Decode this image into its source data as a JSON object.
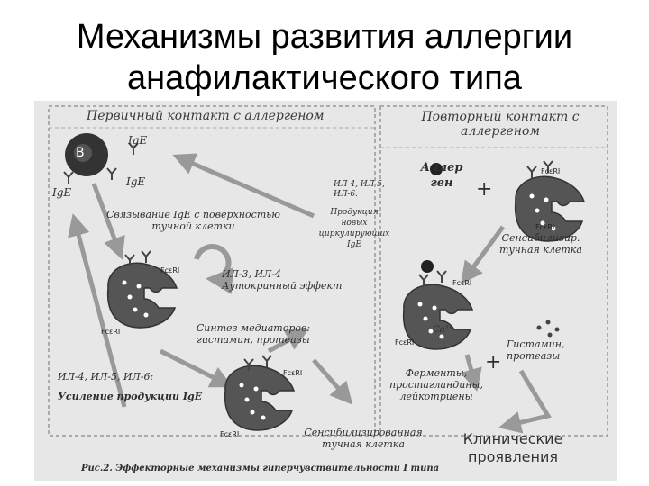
{
  "title": {
    "line1": "Механизмы развития аллергии",
    "line2": "анафилактического типа"
  },
  "figure": {
    "primary_header": "Первичный контакт с аллергеном",
    "repeat_header": "Повторный контакт с\nаллергеном",
    "b_cell": "B",
    "ige_top": "IgE",
    "ige_mid": "IgE",
    "ige_left": "IgE",
    "allergen": "Аллер\nген",
    "binding": "Связывание IgE с поверхностью\nтучной клетки",
    "cytokines_top": "ИЛ-4, ИЛ-5,\nИЛ-6:",
    "production": "Продукция\nновых\nциркулирующих\nIgE",
    "autocrine": "ИЛ-3, ИЛ-4\nАутокринный эффект",
    "mediators": "Синтез медиаторов:\nгистамин, протеазы",
    "cytokines_bottom": "ИЛ-4, ИЛ-5, ИЛ-6:",
    "enhance": "Усиление продукции IgE",
    "sensitized_cell": "Сенсибилизированная\nтучная клетка",
    "sensitized_right": "Сенсибилизир.\nтучная клетка",
    "histamine": "Гистамин,\nпротеазы",
    "enzymes": "Ферменты,\nпростагландины,\nлейкотриены",
    "ca": "Ca²⁺",
    "plus": "+",
    "receptor": "FcεRI",
    "clinical": "Клинические\nпроявления",
    "caption": "Рис.2. Эффекторные механизмы гиперчувствительности I типа"
  }
}
